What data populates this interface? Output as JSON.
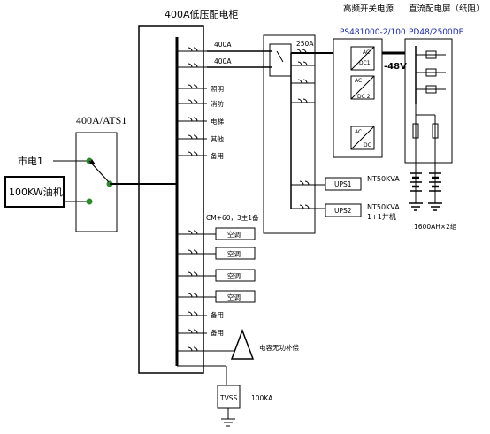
{
  "titles": {
    "lv_cabinet": "400A低压配电柜",
    "hf_power": "高频开关电源",
    "hf_model": "PS481000-2/100",
    "dc_panel": "直流配电屏（纸阻）",
    "dc_model": "PD48/2500DF"
  },
  "sources": {
    "ats": "400A/ATS1",
    "mains": "市电1",
    "genset": "100KW油机"
  },
  "lv_outputs": {
    "out1": "400A",
    "out2": "400A",
    "lighting": "照明",
    "fire": "消防",
    "elevator": "电梯",
    "other": "其他",
    "spare1": "备用",
    "ac_note": "CM+60，3主1备",
    "ac1": "空调",
    "ac2": "空调",
    "ac3": "空调",
    "ac4": "空调",
    "spare2": "备用",
    "spare3": "备用",
    "capacitor": "电容无功补偿"
  },
  "dist_cabinet": {
    "incomer": "250A"
  },
  "rectifier": {
    "ac1": "AC",
    "dc1": "DC1",
    "ac2": "AC",
    "dc2": "DC 2",
    "ac3": "AC",
    "dc3": "DC",
    "voltage": "-48V"
  },
  "ups": {
    "ups1": "UPS1",
    "ups1_cap": "NT50KVA",
    "ups2": "UPS2",
    "ups2_cap": "NT50KVA",
    "parallel": "1+1并机"
  },
  "battery": "1600AH×2组",
  "tvss": {
    "label": "TVSS",
    "rating": "100KA"
  }
}
